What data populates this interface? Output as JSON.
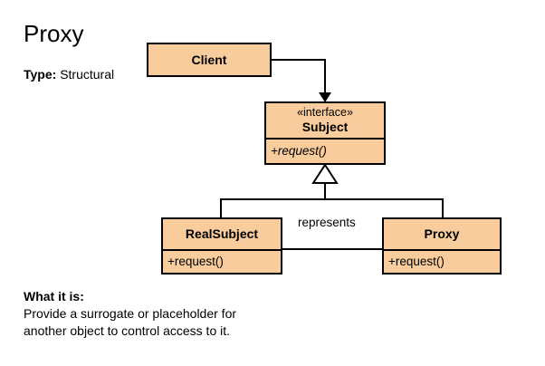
{
  "header": {
    "pattern_name": "Proxy",
    "type_label": "Type:",
    "type_value": "Structural"
  },
  "description": {
    "heading": "What it is:",
    "text": "Provide a surrogate or placeholder for\nanother object to control access to it."
  },
  "diagram": {
    "classes": [
      {
        "id": "client",
        "name": "Client",
        "stereotype": "",
        "members": []
      },
      {
        "id": "subject",
        "name": "Subject",
        "stereotype": "«interface»",
        "members": [
          "+request()"
        ]
      },
      {
        "id": "realsubject",
        "name": "RealSubject",
        "stereotype": "",
        "members": [
          "+request()"
        ]
      },
      {
        "id": "proxy",
        "name": "Proxy",
        "stereotype": "",
        "members": [
          "+request()"
        ]
      }
    ],
    "relations": [
      {
        "id": "client-subject",
        "from": "Client",
        "to": "Subject",
        "kind": "association-directed",
        "label": ""
      },
      {
        "id": "realsubject-subject",
        "from": "RealSubject",
        "to": "Subject",
        "kind": "generalization",
        "label": ""
      },
      {
        "id": "proxy-subject",
        "from": "Proxy",
        "to": "Subject",
        "kind": "generalization",
        "label": ""
      },
      {
        "id": "proxy-realsubject",
        "from": "Proxy",
        "to": "RealSubject",
        "kind": "association-directed",
        "label": "represents"
      }
    ]
  },
  "colors": {
    "class_fill": "#F8CC9C",
    "stroke": "#000000",
    "background": "#FFFFFF"
  }
}
